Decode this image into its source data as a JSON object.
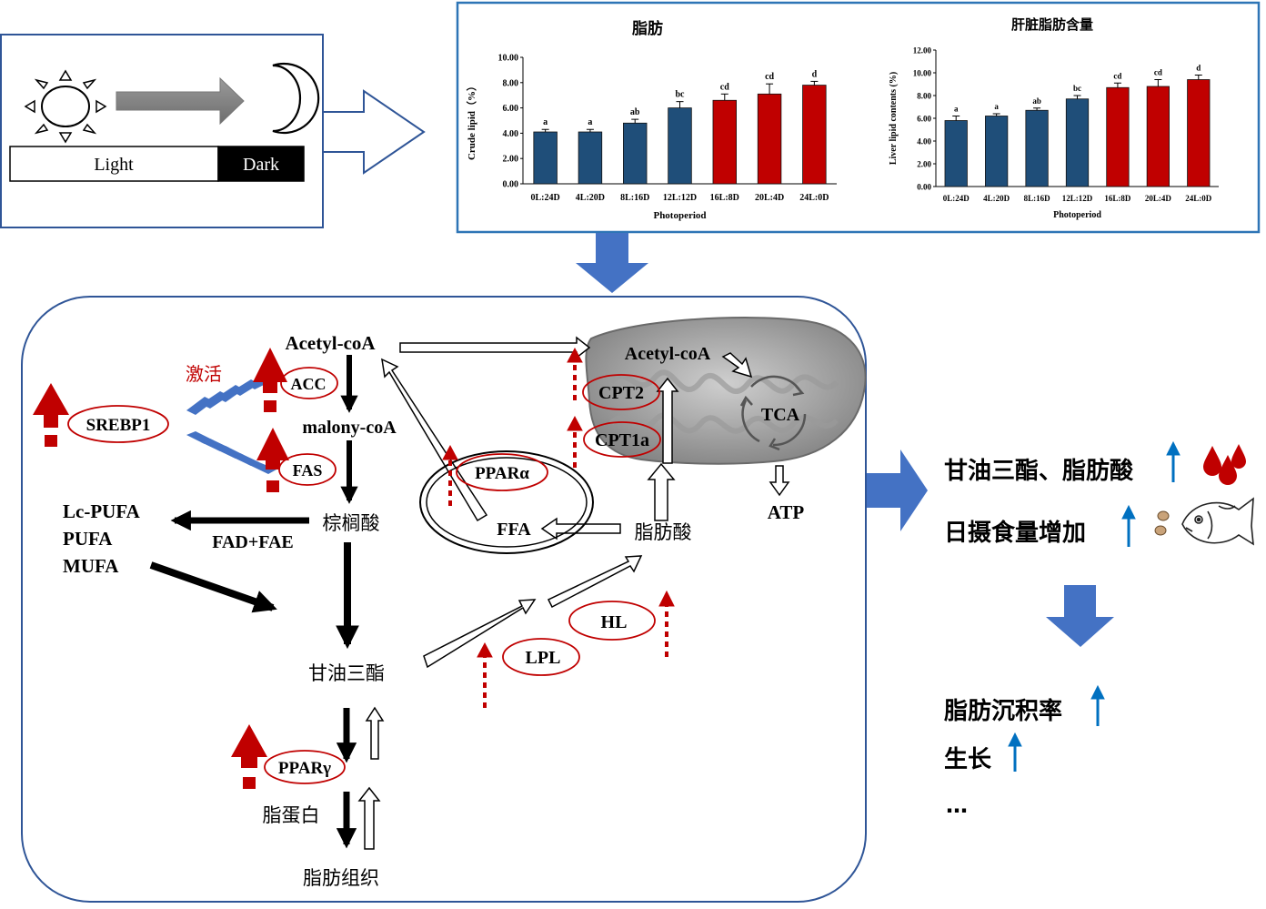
{
  "light_panel": {
    "light_label": "Light",
    "dark_label": "Dark"
  },
  "charts_panel": {
    "left_title": "脂肪",
    "right_title": "肝脏脂肪含量"
  },
  "chart_data": [
    {
      "type": "bar",
      "title": "脂肪",
      "xlabel": "Photoperiod",
      "ylabel": "Crude lipid（%）",
      "ylim": [
        0,
        10
      ],
      "yticks": [
        "0.00",
        "2.00",
        "4.00",
        "6.00",
        "8.00",
        "10.00"
      ],
      "categories": [
        "0L:24D",
        "4L:20D",
        "8L:16D",
        "12L:12D",
        "16L:8D",
        "20L:4D",
        "24L:0D"
      ],
      "values": [
        4.1,
        4.1,
        4.8,
        6.0,
        6.6,
        7.1,
        7.8
      ],
      "errors": [
        0.2,
        0.2,
        0.3,
        0.5,
        0.5,
        0.8,
        0.3
      ],
      "letters": [
        "a",
        "a",
        "ab",
        "bc",
        "cd",
        "cd",
        "d"
      ],
      "colors": [
        "#1f4e79",
        "#1f4e79",
        "#1f4e79",
        "#1f4e79",
        "#c00000",
        "#c00000",
        "#c00000"
      ]
    },
    {
      "type": "bar",
      "title": "肝脏脂肪含量",
      "xlabel": "Photoperiod",
      "ylabel": "Liver lipid contents (%)",
      "ylim": [
        0,
        12
      ],
      "yticks": [
        "0.00",
        "2.00",
        "4.00",
        "6.00",
        "8.00",
        "10.00",
        "12.00"
      ],
      "categories": [
        "0L:24D",
        "4L:20D",
        "8L:16D",
        "12L:12D",
        "16L:8D",
        "20L:4D",
        "24L:0D"
      ],
      "values": [
        5.8,
        6.2,
        6.7,
        7.7,
        8.7,
        8.8,
        9.4
      ],
      "errors": [
        0.4,
        0.2,
        0.2,
        0.3,
        0.4,
        0.6,
        0.4
      ],
      "letters": [
        "a",
        "a",
        "ab",
        "bc",
        "cd",
        "cd",
        "d"
      ],
      "colors": [
        "#1f4e79",
        "#1f4e79",
        "#1f4e79",
        "#1f4e79",
        "#c00000",
        "#c00000",
        "#c00000"
      ]
    }
  ],
  "pathway": {
    "acetyl_coa": "Acetyl-coA",
    "malony_coa": "malony-coA",
    "palmitic": "棕榈酸",
    "triglyceride": "甘油三酯",
    "lipoprotein": "脂蛋白",
    "adipose": "脂肪组织",
    "pufa_lines": [
      "Lc-PUFA",
      "PUFA",
      "MUFA"
    ],
    "fad_fae": "FAD+FAE",
    "activate": "激活",
    "srebp1": "SREBP1",
    "acc": "ACC",
    "fas": "FAS",
    "ppar_alpha": "PPARα",
    "ffa": "FFA",
    "fatty_acid": "脂肪酸",
    "lpl": "LPL",
    "hl": "HL",
    "ppar_gamma": "PPARγ",
    "mito_acetyl": "Acetyl-coA",
    "cpt2": "CPT2",
    "cpt1a": "CPT1a",
    "tca": "TCA",
    "atp": "ATP"
  },
  "outcomes": {
    "line1": "甘油三酯、脂肪酸",
    "line2": "日摄食量增加",
    "line3": "脂肪沉积率",
    "line4": "生长",
    "line5": "…"
  }
}
